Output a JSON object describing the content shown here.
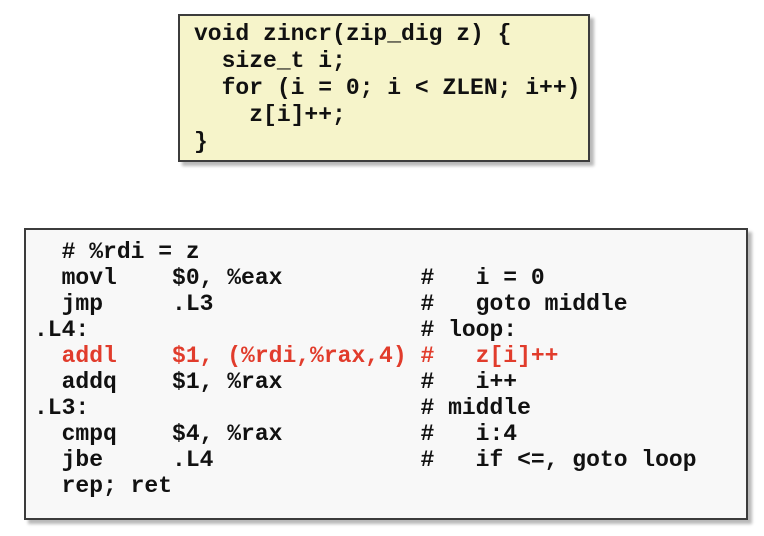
{
  "c_panel": {
    "description": "C source code box",
    "background_color": "#f6f4ca",
    "border_color": "#3c3c3c",
    "text_color": "#111111",
    "lines": [
      "void zincr(zip_dig z) {",
      "  size_t i;",
      "  for (i = 0; i < ZLEN; i++)",
      "    z[i]++;",
      "}"
    ]
  },
  "asm_panel": {
    "description": "x86-64 assembly box",
    "background_color": "#f8f8f8",
    "border_color": "#3c3c3c",
    "text_color": "#111111",
    "highlight_color": "#e13c2c",
    "lines": [
      {
        "text": "  # %rdi = z",
        "highlight": false
      },
      {
        "text": "  movl    $0, %eax          #   i = 0",
        "highlight": false
      },
      {
        "text": "  jmp     .L3               #   goto middle",
        "highlight": false
      },
      {
        "text": ".L4:                        # loop:",
        "highlight": false
      },
      {
        "text": "  addl    $1, (%rdi,%rax,4) #   z[i]++",
        "highlight": true
      },
      {
        "text": "  addq    $1, %rax          #   i++",
        "highlight": false
      },
      {
        "text": ".L3:                        # middle",
        "highlight": false
      },
      {
        "text": "  cmpq    $4, %rax          #   i:4",
        "highlight": false
      },
      {
        "text": "  jbe     .L4               #   if <=, goto loop",
        "highlight": false
      },
      {
        "text": "  rep; ret",
        "highlight": false
      }
    ]
  }
}
